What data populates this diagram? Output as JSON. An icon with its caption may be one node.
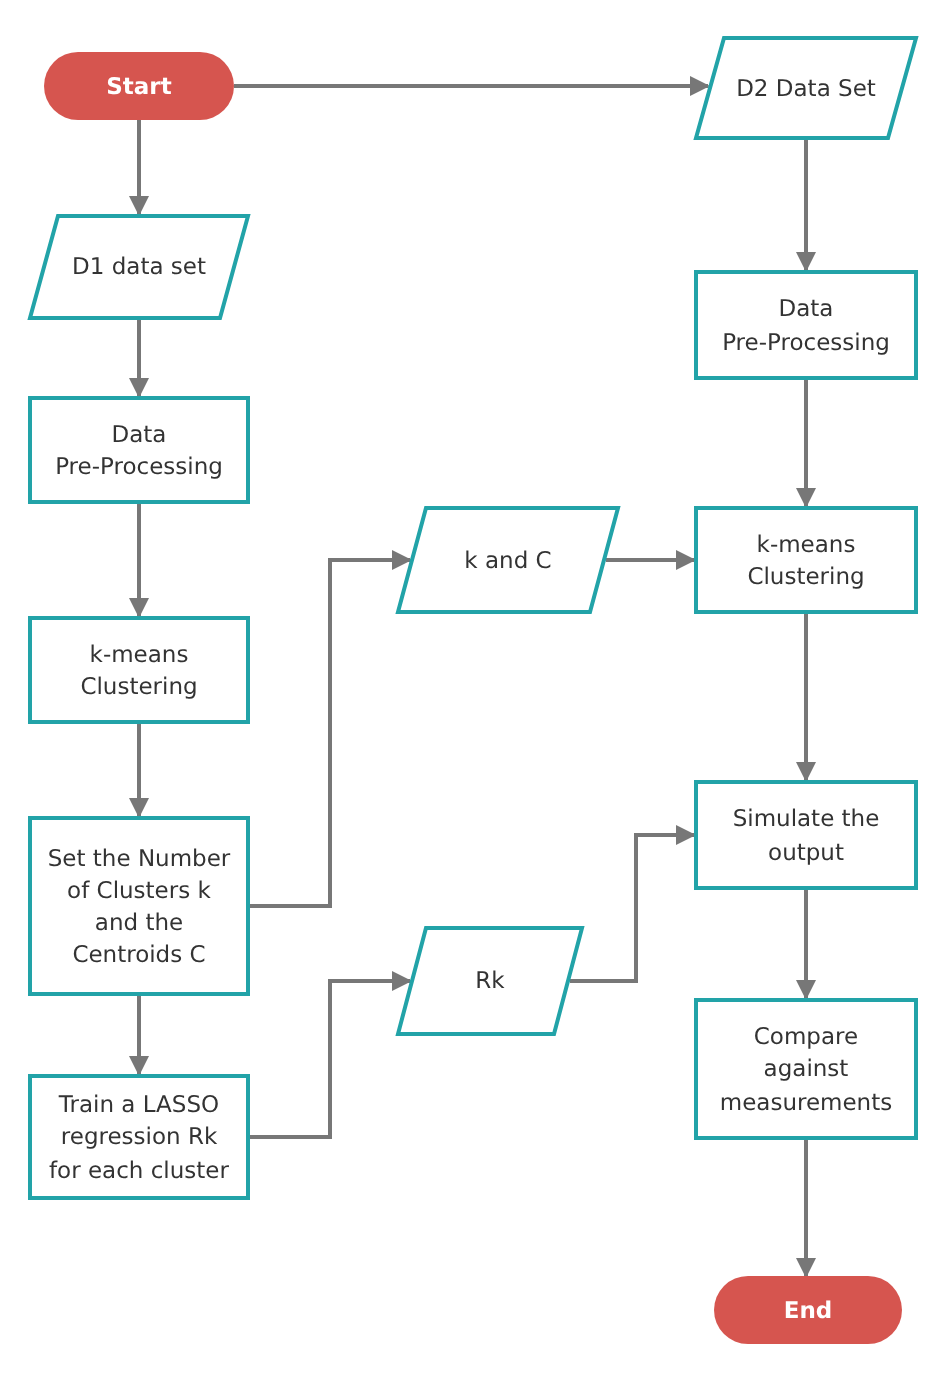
{
  "diagram": {
    "nodes": [
      {
        "text": [
          "Start"
        ]
      },
      {
        "text": [
          "D1 data set"
        ]
      },
      {
        "text": [
          "Data Pre-Processing"
        ]
      },
      {
        "text": [
          "k-means Clustering"
        ]
      },
      {
        "text": [
          "Set the Number of Clusters k and the Centroids C"
        ]
      },
      {
        "text": [
          "Train a LASSO regression Rk for each cluster"
        ]
      },
      {
        "text": [
          "k and C"
        ]
      },
      {
        "text": [
          "Rk"
        ]
      },
      {
        "text": [
          "D2 Data Set"
        ]
      },
      {
        "text": [
          "Data Pre-Processing"
        ]
      },
      {
        "text": [
          "k-means Clustering"
        ]
      },
      {
        "text": [
          "Simulate the output"
        ]
      },
      {
        "text": [
          "Compare against measurements"
        ]
      },
      {
        "text": [
          "End"
        ]
      }
    ],
    "edges": [
      {
        "from": 0,
        "to": 1,
        "arrow": "to"
      },
      {
        "from": 0,
        "to": 8,
        "arrow": "to"
      },
      {
        "from": 1,
        "to": 2,
        "arrow": "to"
      },
      {
        "from": 2,
        "to": 3,
        "arrow": "to"
      },
      {
        "from": 3,
        "to": 4,
        "arrow": "to"
      },
      {
        "from": 4,
        "to": 5,
        "arrow": "to"
      },
      {
        "from": 4,
        "to": 6,
        "arrow": "to"
      },
      {
        "from": 5,
        "to": 7,
        "arrow": "to"
      },
      {
        "from": 6,
        "to": 10,
        "arrow": "to"
      },
      {
        "from": 7,
        "to": 11,
        "arrow": "to"
      },
      {
        "from": 8,
        "to": 9,
        "arrow": "to"
      },
      {
        "from": 9,
        "to": 10,
        "arrow": "to"
      },
      {
        "from": 10,
        "to": 11,
        "arrow": "to"
      },
      {
        "from": 11,
        "to": 12,
        "arrow": "to"
      },
      {
        "from": 12,
        "to": 13,
        "arrow": "to"
      }
    ]
  }
}
